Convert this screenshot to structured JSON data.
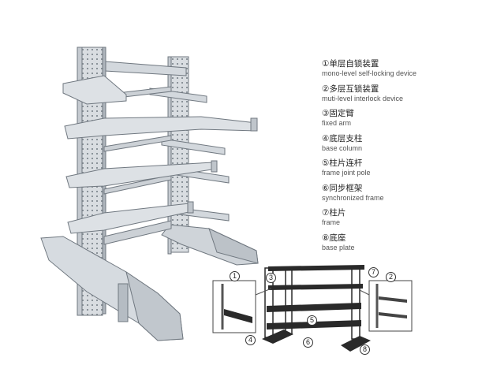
{
  "legend": [
    {
      "num": "①",
      "cn": "单层自锁装置",
      "en": "mono-level self-locking device"
    },
    {
      "num": "②",
      "cn": "多层互锁装置",
      "en": "muti-level interlock device"
    },
    {
      "num": "③",
      "cn": "固定臂",
      "en": "fixed arm"
    },
    {
      "num": "④",
      "cn": "底层支柱",
      "en": "base column"
    },
    {
      "num": "⑤",
      "cn": "柱片连杆",
      "en": "frame joint pole"
    },
    {
      "num": "⑥",
      "cn": "同步框架",
      "en": "synchronized frame"
    },
    {
      "num": "⑦",
      "cn": "柱片",
      "en": "frame"
    },
    {
      "num": "⑧",
      "cn": "底座",
      "en": "base plate"
    }
  ],
  "callouts": {
    "c1": "1",
    "c2": "2",
    "c3": "3",
    "c4": "4",
    "c5": "5",
    "c6": "6",
    "c7": "7",
    "c8": "8"
  },
  "colors": {
    "rack_fill": "#d9dde1",
    "rack_stroke": "#707880",
    "rack_dark": "#9aa2aa",
    "diagram_dark": "#2a2a2a"
  }
}
